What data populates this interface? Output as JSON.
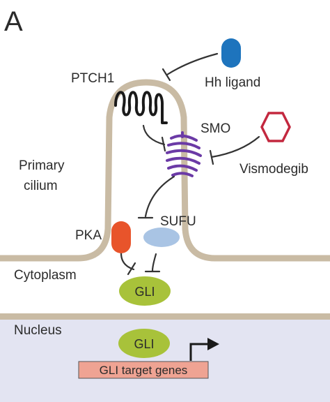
{
  "panel_label": "A",
  "labels": {
    "ptch1": "PTCH1",
    "hh_ligand": "Hh ligand",
    "smo": "SMO",
    "vismodegib": "Vismodegib",
    "primary_cilium_line1": "Primary",
    "primary_cilium_line2": "cilium",
    "pka": "PKA",
    "sufu": "SUFU",
    "cytoplasm": "Cytoplasm",
    "gli_cytoplasm": "GLI",
    "nucleus": "Nucleus",
    "gli_nucleus": "GLI",
    "gli_target_genes": "GLI target genes"
  },
  "colors": {
    "membrane": "#c9bba4",
    "nucleus_bg": "#e3e4f2",
    "hh_ligand": "#1e74bd",
    "vismodegib": "#c3283f",
    "smo": "#6b3aa6",
    "ptch1": "#1a1a1a",
    "pka": "#e8542b",
    "sufu": "#a9c4e4",
    "gli": "#a8c23a",
    "target_gene_box": "#efa393",
    "inhibition_line": "#333333"
  }
}
